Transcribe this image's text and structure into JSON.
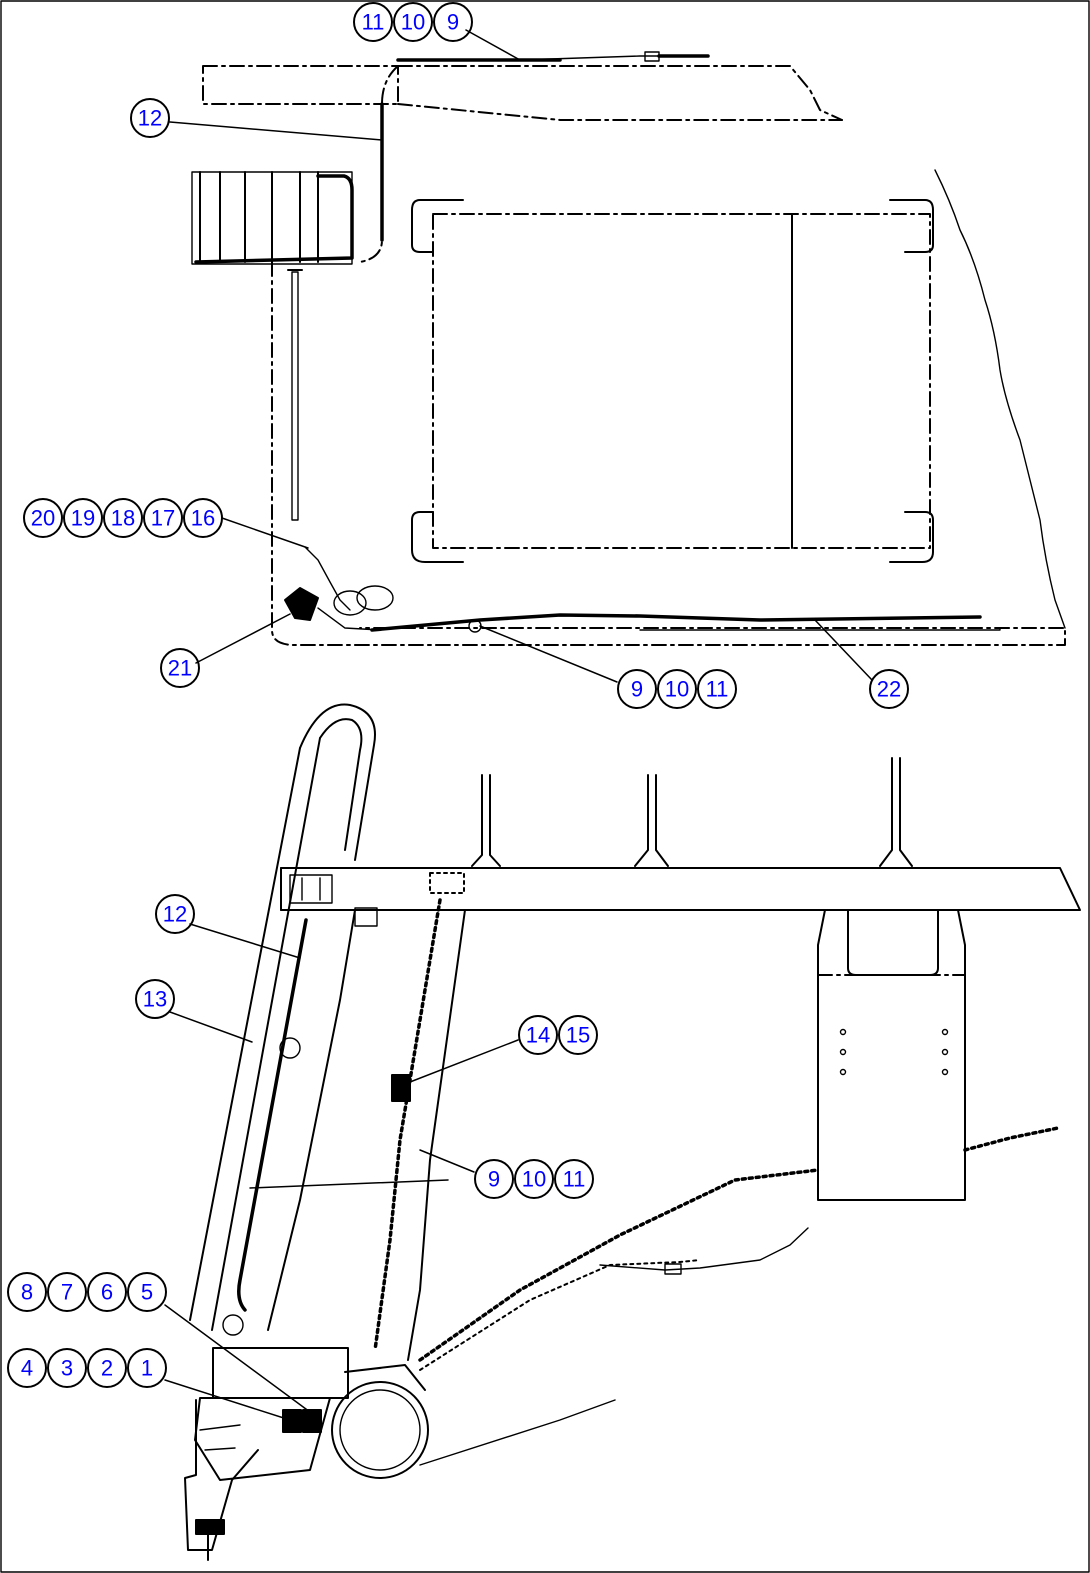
{
  "diagram": {
    "callouts": [
      {
        "id": "c-top-11",
        "text": "11"
      },
      {
        "id": "c-top-10",
        "text": "10"
      },
      {
        "id": "c-top-9",
        "text": "9"
      },
      {
        "id": "c-12a",
        "text": "12"
      },
      {
        "id": "c-20",
        "text": "20"
      },
      {
        "id": "c-19",
        "text": "19"
      },
      {
        "id": "c-18",
        "text": "18"
      },
      {
        "id": "c-17",
        "text": "17"
      },
      {
        "id": "c-16",
        "text": "16"
      },
      {
        "id": "c-21",
        "text": "21"
      },
      {
        "id": "c-mid-9",
        "text": "9"
      },
      {
        "id": "c-mid-10",
        "text": "10"
      },
      {
        "id": "c-mid-11",
        "text": "11"
      },
      {
        "id": "c-22",
        "text": "22"
      },
      {
        "id": "c-12b",
        "text": "12"
      },
      {
        "id": "c-13",
        "text": "13"
      },
      {
        "id": "c-14",
        "text": "14"
      },
      {
        "id": "c-15",
        "text": "15"
      },
      {
        "id": "c-low-9",
        "text": "9"
      },
      {
        "id": "c-low-10",
        "text": "10"
      },
      {
        "id": "c-low-11",
        "text": "11"
      },
      {
        "id": "c-8",
        "text": "8"
      },
      {
        "id": "c-7",
        "text": "7"
      },
      {
        "id": "c-6",
        "text": "6"
      },
      {
        "id": "c-5",
        "text": "5"
      },
      {
        "id": "c-4",
        "text": "4"
      },
      {
        "id": "c-3",
        "text": "3"
      },
      {
        "id": "c-2",
        "text": "2"
      },
      {
        "id": "c-1",
        "text": "1"
      }
    ]
  }
}
